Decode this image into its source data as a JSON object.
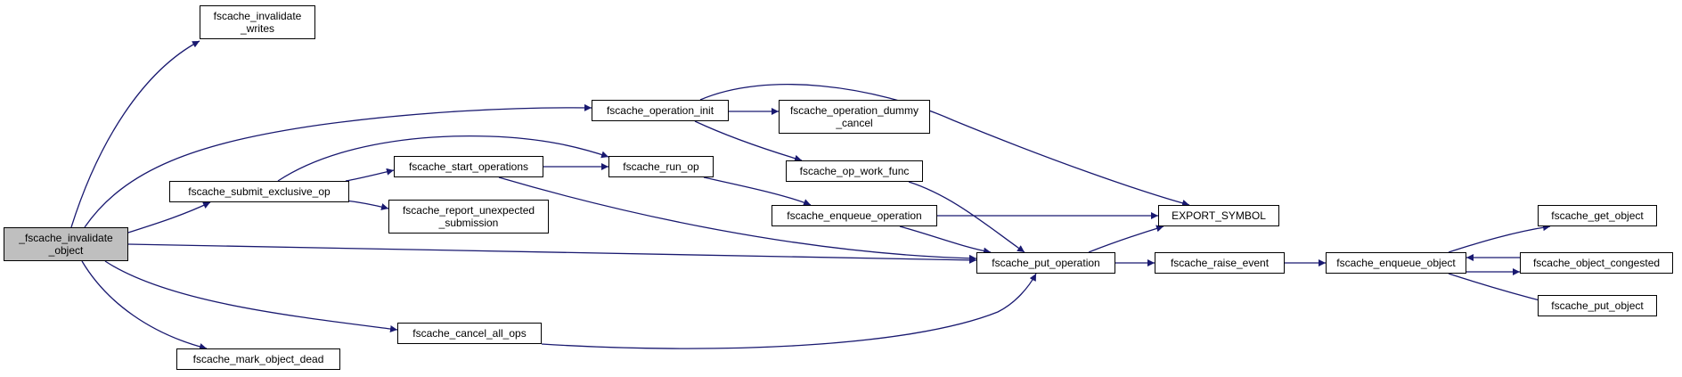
{
  "graph": {
    "edge_color": "#191970",
    "root_fill": "#bfbfbf",
    "node_fill": "#ffffff",
    "nodes": [
      {
        "id": "invalidate_object",
        "label": "_fscache_invalidate\n_object",
        "root": true
      },
      {
        "id": "invalidate_writes",
        "label": "fscache_invalidate\n_writes"
      },
      {
        "id": "submit_exclusive_op",
        "label": "fscache_submit_exclusive_op"
      },
      {
        "id": "mark_object_dead",
        "label": "fscache_mark_object_dead"
      },
      {
        "id": "cancel_all_ops",
        "label": "fscache_cancel_all_ops"
      },
      {
        "id": "start_operations",
        "label": "fscache_start_operations"
      },
      {
        "id": "report_unexpected",
        "label": "fscache_report_unexpected\n_submission"
      },
      {
        "id": "operation_init",
        "label": "fscache_operation_init"
      },
      {
        "id": "run_op",
        "label": "fscache_run_op"
      },
      {
        "id": "operation_dummy_cancel",
        "label": "fscache_operation_dummy\n_cancel"
      },
      {
        "id": "op_work_func",
        "label": "fscache_op_work_func"
      },
      {
        "id": "enqueue_operation",
        "label": "fscache_enqueue_operation"
      },
      {
        "id": "put_operation",
        "label": "fscache_put_operation"
      },
      {
        "id": "export_symbol",
        "label": "EXPORT_SYMBOL"
      },
      {
        "id": "raise_event",
        "label": "fscache_raise_event"
      },
      {
        "id": "enqueue_object",
        "label": "fscache_enqueue_object"
      },
      {
        "id": "get_object",
        "label": "fscache_get_object"
      },
      {
        "id": "object_congested",
        "label": "fscache_object_congested"
      },
      {
        "id": "put_object",
        "label": "fscache_put_object"
      }
    ],
    "edges": [
      [
        "invalidate_object",
        "invalidate_writes"
      ],
      [
        "invalidate_object",
        "operation_init"
      ],
      [
        "invalidate_object",
        "submit_exclusive_op"
      ],
      [
        "invalidate_object",
        "put_operation"
      ],
      [
        "invalidate_object",
        "cancel_all_ops"
      ],
      [
        "invalidate_object",
        "mark_object_dead"
      ],
      [
        "submit_exclusive_op",
        "run_op"
      ],
      [
        "submit_exclusive_op",
        "start_operations"
      ],
      [
        "submit_exclusive_op",
        "report_unexpected"
      ],
      [
        "start_operations",
        "run_op"
      ],
      [
        "start_operations",
        "put_operation"
      ],
      [
        "operation_init",
        "export_symbol"
      ],
      [
        "operation_init",
        "operation_dummy_cancel"
      ],
      [
        "operation_init",
        "op_work_func"
      ],
      [
        "run_op",
        "enqueue_operation"
      ],
      [
        "op_work_func",
        "put_operation"
      ],
      [
        "enqueue_operation",
        "export_symbol"
      ],
      [
        "enqueue_operation",
        "put_operation"
      ],
      [
        "cancel_all_ops",
        "put_operation"
      ],
      [
        "put_operation",
        "export_symbol"
      ],
      [
        "put_operation",
        "raise_event"
      ],
      [
        "raise_event",
        "enqueue_object"
      ],
      [
        "enqueue_object",
        "get_object"
      ],
      [
        "enqueue_object",
        "object_congested"
      ],
      [
        "object_congested",
        "enqueue_object"
      ],
      [
        "enqueue_object",
        "put_object"
      ]
    ]
  }
}
